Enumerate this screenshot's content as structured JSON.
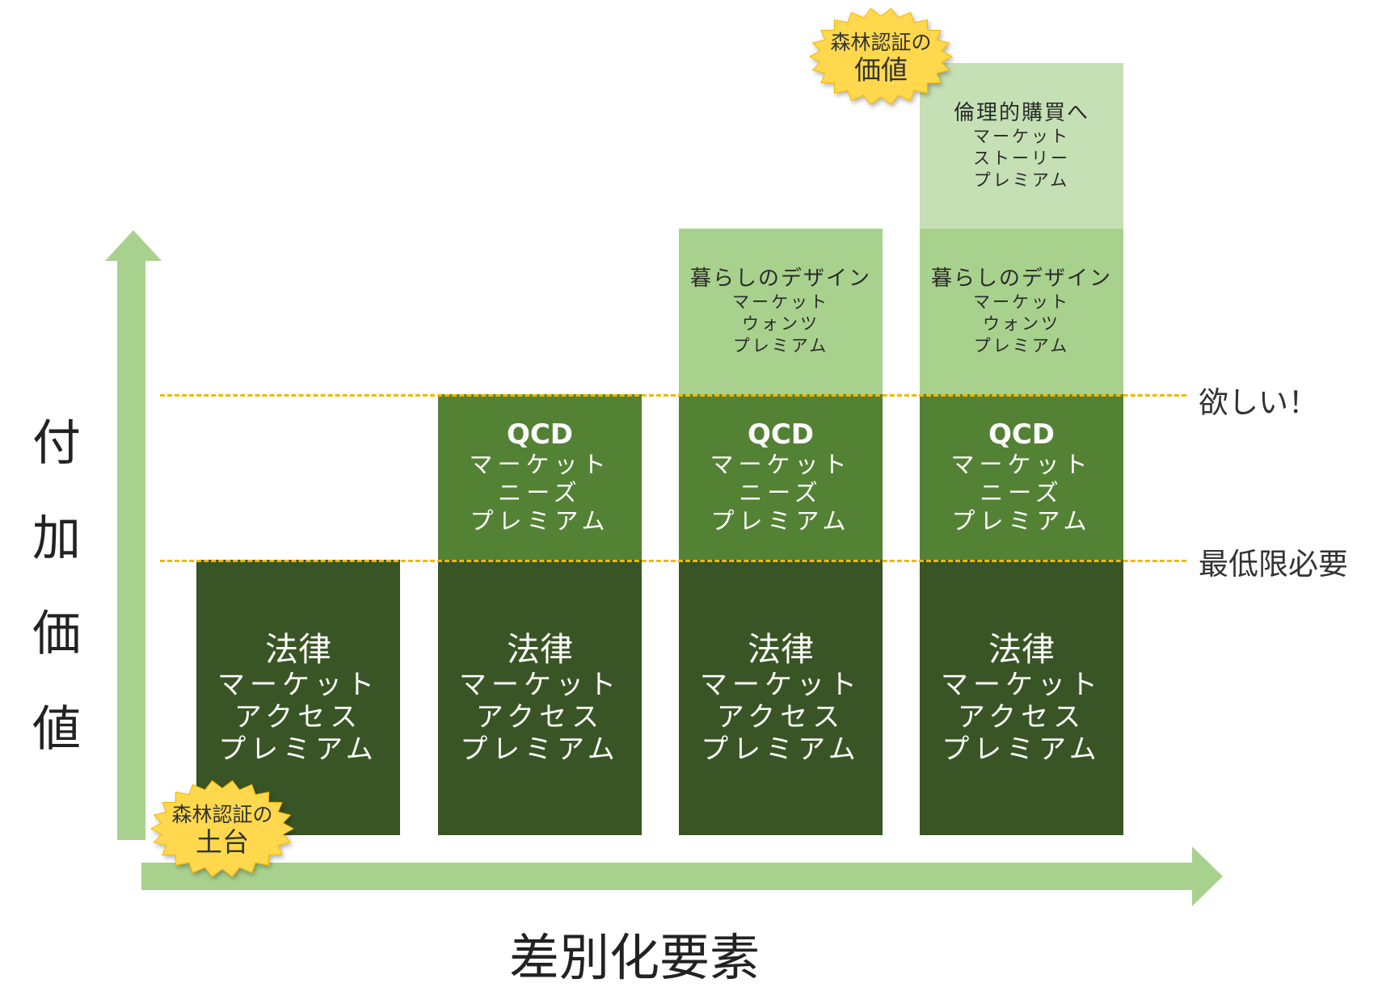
{
  "colors": {
    "arrow": "#a9d18e",
    "base_block": "#3a5525",
    "qcd_block": "#548235",
    "design_block": "#a9d18e",
    "ethical_block": "#c5e0b4",
    "dashed_line": "#f2b700",
    "starburst": "#ffd84d"
  },
  "y_axis": {
    "chars": [
      "付",
      "加",
      "価",
      "値"
    ]
  },
  "x_axis": {
    "label": "差別化要素"
  },
  "thresholds": {
    "upper": "欲しい！",
    "lower": "最低限必要"
  },
  "columns": [
    {
      "base": {
        "title": "法律",
        "lines": [
          "マーケット",
          "アクセス",
          "プレミアム"
        ]
      }
    },
    {
      "base": {
        "title": "法律",
        "lines": [
          "マーケット",
          "アクセス",
          "プレミアム"
        ]
      },
      "qcd": {
        "title": "QCD",
        "lines": [
          "マーケット",
          "ニーズ",
          "プレミアム"
        ]
      }
    },
    {
      "base": {
        "title": "法律",
        "lines": [
          "マーケット",
          "アクセス",
          "プレミアム"
        ]
      },
      "qcd": {
        "title": "QCD",
        "lines": [
          "マーケット",
          "ニーズ",
          "プレミアム"
        ]
      },
      "design": {
        "title": "暮らしのデザイン",
        "lines": [
          "マーケット",
          "ウォンツ",
          "プレミアム"
        ]
      }
    },
    {
      "base": {
        "title": "法律",
        "lines": [
          "マーケット",
          "アクセス",
          "プレミアム"
        ]
      },
      "qcd": {
        "title": "QCD",
        "lines": [
          "マーケット",
          "ニーズ",
          "プレミアム"
        ]
      },
      "design": {
        "title": "暮らしのデザイン",
        "lines": [
          "マーケット",
          "ウォンツ",
          "プレミアム"
        ]
      },
      "ethical": {
        "title": "倫理的購買へ",
        "lines": [
          "マーケット",
          "ストーリー",
          "プレミアム"
        ]
      }
    }
  ],
  "badges": {
    "foundation": {
      "line1": "森林認証の",
      "line2": "土台"
    },
    "value": {
      "line1": "森林認証の",
      "line2": "価値"
    }
  }
}
